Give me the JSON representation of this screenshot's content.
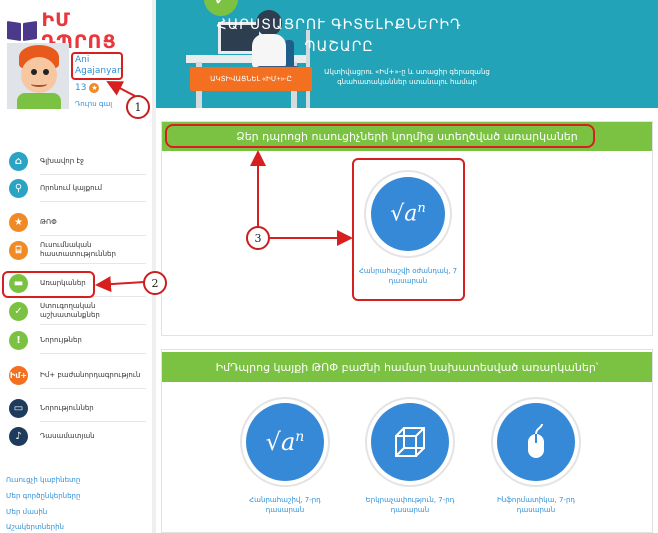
{
  "logo": {
    "text": "ԻՄ ԴՊՐՈՑ"
  },
  "profile": {
    "username_first": "Ani",
    "username_last": "Agajanyan",
    "points": "13",
    "logout": "Դուրս գալ"
  },
  "sidebar": {
    "items": [
      {
        "label": "Գլխավոր էջ",
        "icon": "home-icon",
        "color": "#2aa3c4"
      },
      {
        "label": "Որոնում կայքում",
        "icon": "search-icon",
        "color": "#2aa3c4"
      },
      {
        "label": "ԹՈՓ",
        "icon": "star-icon",
        "color": "#f08a24"
      },
      {
        "label": "Ուսումնական հաստատություններ",
        "icon": "institution-icon",
        "color": "#f08a24"
      },
      {
        "label": "Առարկաներ",
        "icon": "book-icon",
        "color": "#7cc242"
      },
      {
        "label": "Ստուգողական աշխատանքներ",
        "icon": "check-icon",
        "color": "#7cc242"
      },
      {
        "label": "Նորույթներ",
        "icon": "exclamation-icon",
        "color": "#7cc242"
      },
      {
        "label": "Իմ+ բաժանորդագրություն",
        "icon": "plus-icon",
        "color": "#f37021"
      },
      {
        "label": "Նորություններ",
        "icon": "news-icon",
        "color": "#1d3b5c"
      },
      {
        "label": "Դասամատյան",
        "icon": "bell-icon",
        "color": "#1d3b5c"
      }
    ],
    "bottom_links": [
      "Ուսուցչի կաբինետը",
      "Մեր գործընկերները",
      "Մեր մասին",
      "Աշակերտներին"
    ]
  },
  "banner": {
    "title": "ՀԱՐՍՏԱՑՐՈՒ ԳԻՏԵԼԻՔՆԵՐԻԴ ՊԱՇԱՐԸ",
    "button": "ԱԿՏԻՎԱՑՆԵԼ «ԻՄ+»-Ը",
    "description": "Ակտիվացրու «Իմ+»-ը և ստացիր գերազանց գնահատականներ ստանալու համար"
  },
  "panel1": {
    "title": "Ձեր դպրոցի ուսուցիչների կողմից ստեղծված առարկաներ",
    "subjects": [
      {
        "label": "Հանրահաշվի օժանդակ, 7 դասարան",
        "icon": "sqrt-power-icon"
      }
    ]
  },
  "panel2": {
    "title": "ԻմԴպրոց կայքի ԹՈՓ բաժնի համար նախատեսված առարկաներ՝",
    "subjects": [
      {
        "label": "Հանրահաշիվ, 7-րդ դասարան",
        "icon": "sqrt-power-icon"
      },
      {
        "label": "Երկրաչափություն, 7-րդ դասարան",
        "icon": "cube-icon"
      },
      {
        "label": "Ինֆորմատիկա, 7-րդ դասարան",
        "icon": "mouse-icon"
      }
    ]
  },
  "annotations": {
    "one": "1",
    "two": "2",
    "three": "3"
  },
  "colors": {
    "accent_green": "#7cc242",
    "accent_blue": "#3689d6",
    "banner_teal": "#22a3b7",
    "annotation_red": "#d62020",
    "button_orange": "#f37021"
  }
}
